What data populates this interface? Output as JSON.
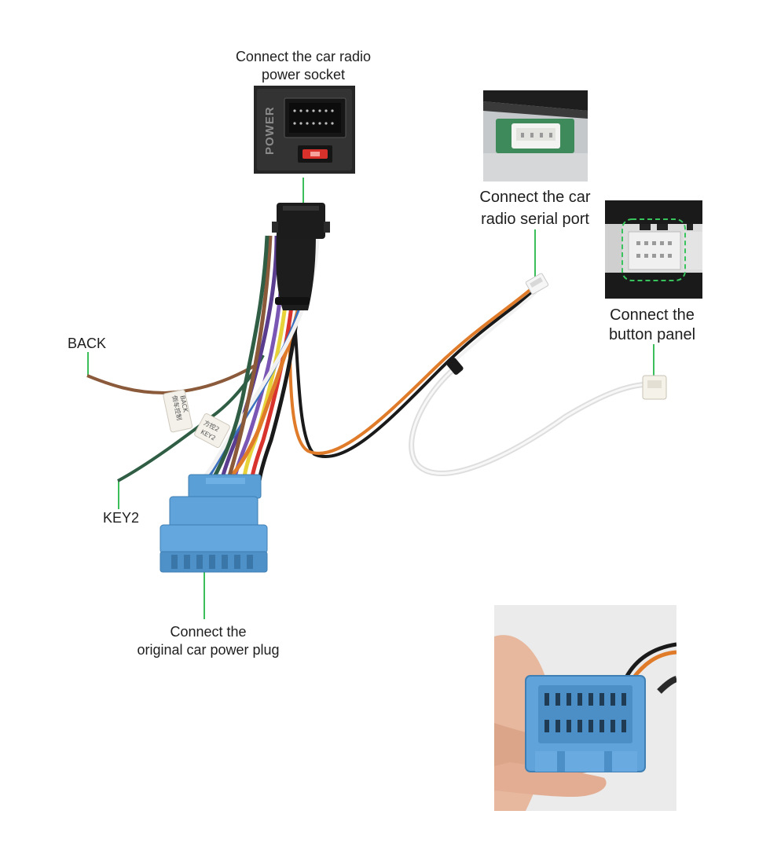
{
  "labels": {
    "power_socket": [
      "Connect the car radio",
      "power socket"
    ],
    "serial_port": [
      "Connect the car",
      "radio  serial port"
    ],
    "button_panel": [
      "Connect the",
      "button panel"
    ],
    "back": "BACK",
    "key2": "KEY2",
    "power_plug": [
      "Connect the",
      "original car power plug"
    ]
  },
  "photo_text": {
    "power_inset": "POWER",
    "tag_back_cn": "倒车控制",
    "tag_back_en": "BACK",
    "tag_key2_cn": "方控2",
    "tag_key2_en": "KEY2"
  },
  "colors": {
    "leader": "#3cbf5a",
    "blue_plug": "#5a9fd6",
    "black_plug": "#1c1c1c"
  }
}
